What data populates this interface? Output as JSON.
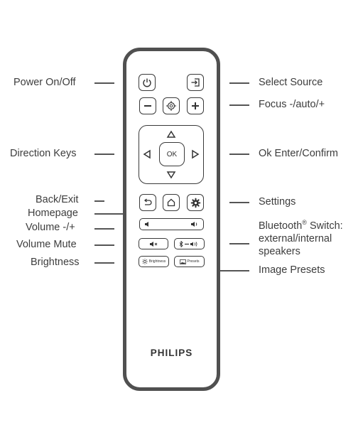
{
  "labels": {
    "power": "Power On/Off",
    "select_source": "Select Source",
    "focus": "Focus -/auto/+",
    "direction_keys": "Direction Keys",
    "ok_enter": "Ok Enter/Confirm",
    "back_exit": "Back/Exit",
    "homepage": "Homepage",
    "settings": "Settings",
    "volume": "Volume -/+",
    "bluetooth_line1": "Bluetooth",
    "bluetooth_sup": "®",
    "bluetooth_line1_end": " Switch:",
    "bluetooth_line2": "external/internal",
    "bluetooth_line3": "speakers",
    "volume_mute": "Volume Mute",
    "brightness": "Brightness",
    "image_presets": "Image Presets"
  },
  "remote": {
    "ok_label": "OK",
    "brightness_key": "Brightness",
    "presets_key": "Presets",
    "brand": "PHILIPS"
  },
  "icons": [
    "power-icon",
    "source-icon",
    "minus-icon",
    "focus-target-icon",
    "plus-icon",
    "arrow-up-icon",
    "arrow-down-icon",
    "arrow-left-icon",
    "arrow-right-icon",
    "back-icon",
    "home-icon",
    "gear-icon",
    "speaker-icon",
    "bluetooth-icon",
    "sun-icon",
    "image-icon"
  ],
  "colors": {
    "outline": "#505050",
    "text": "#3d3d3d",
    "button_border": "#3a3a3a"
  }
}
